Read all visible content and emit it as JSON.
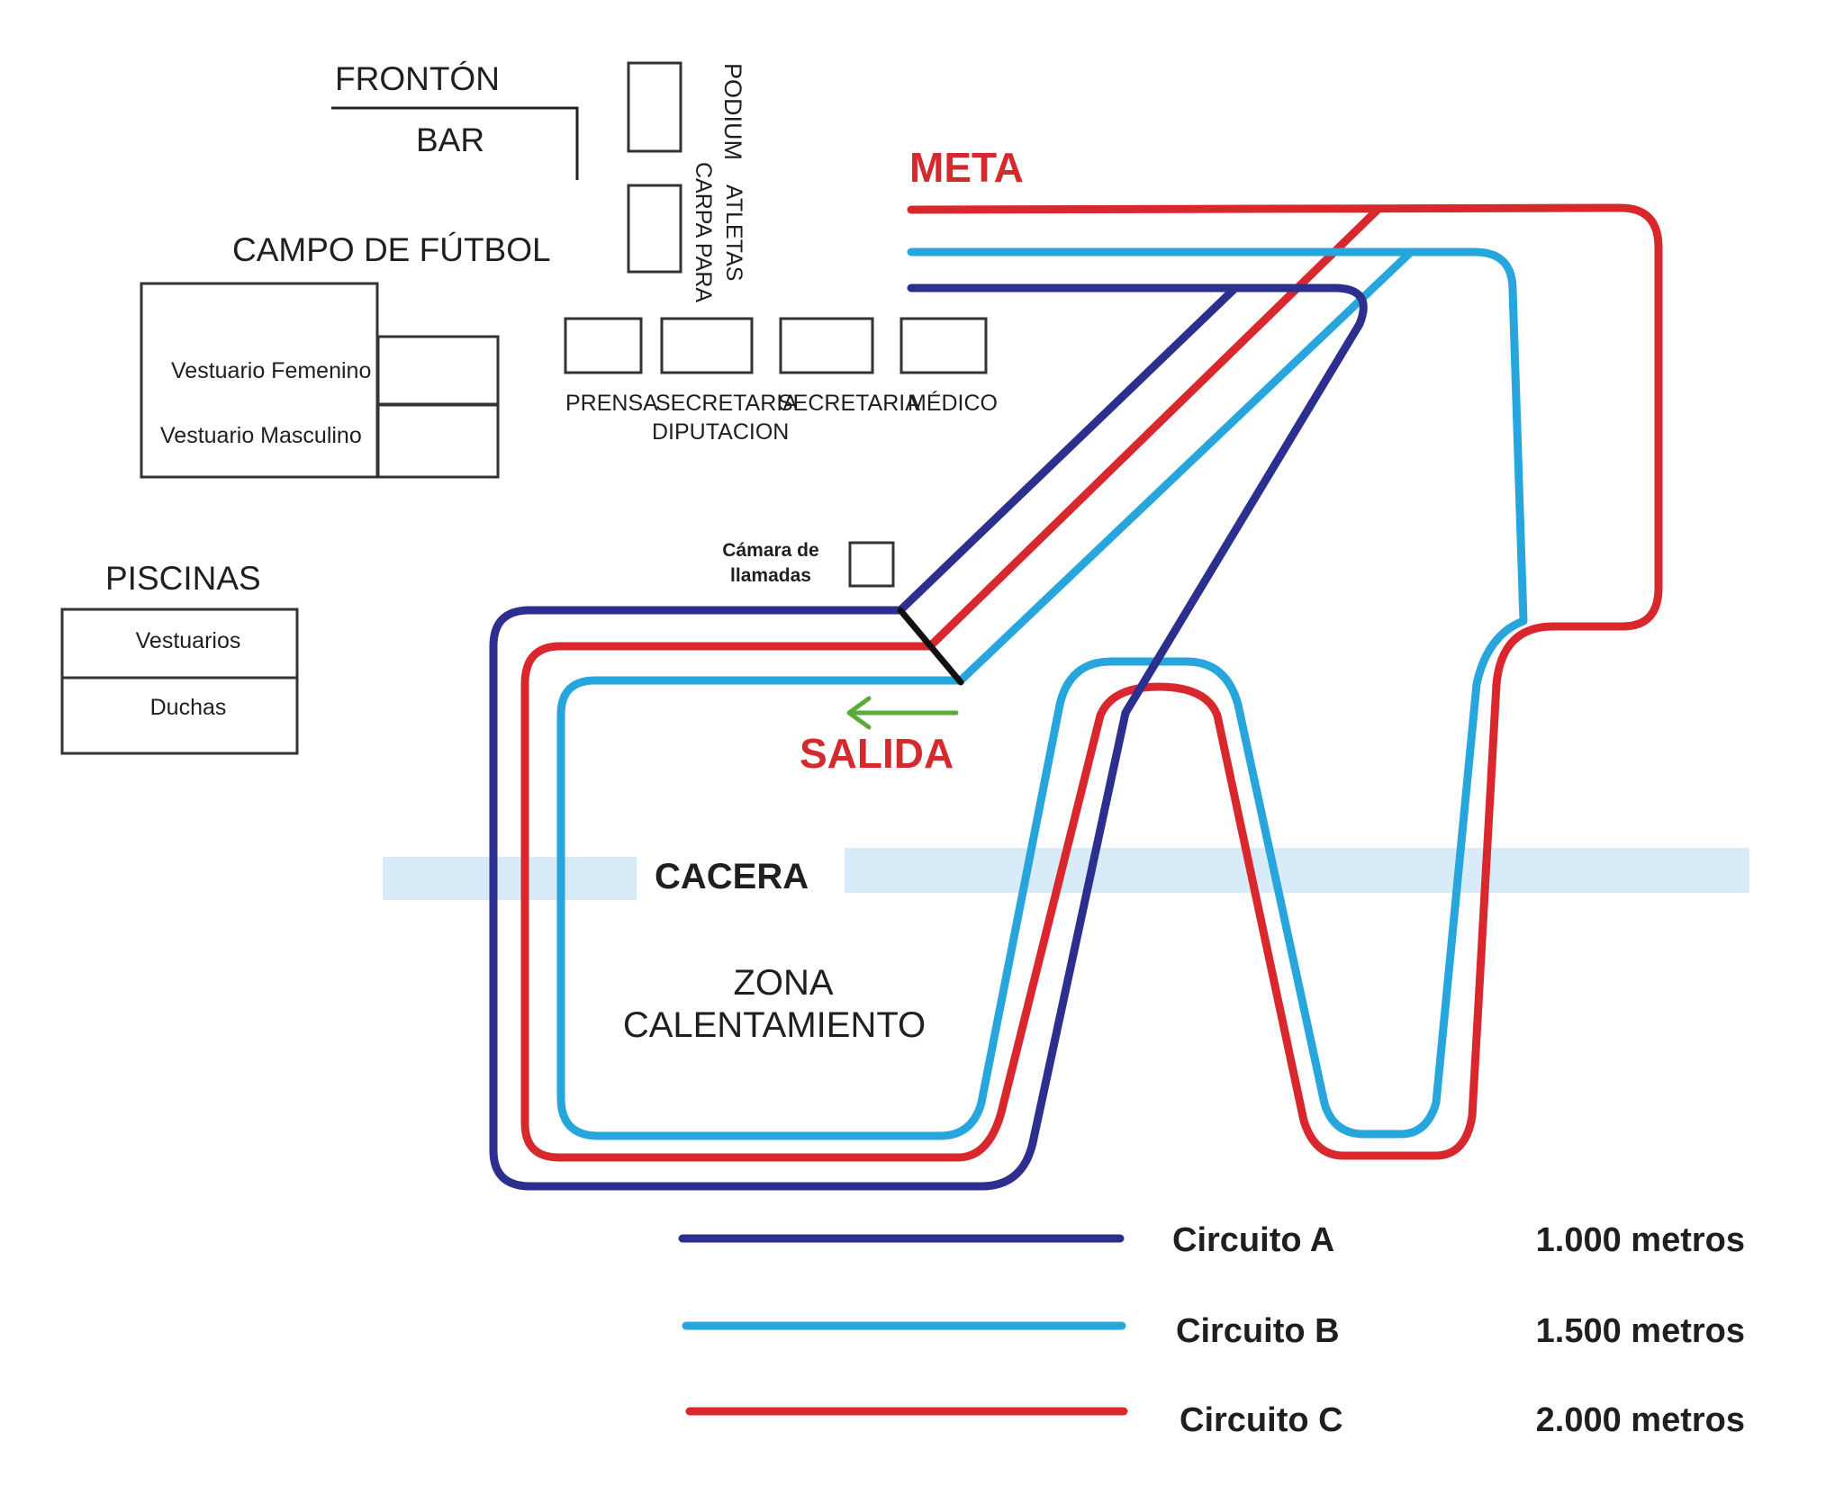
{
  "colors": {
    "circuit_a": "#2d2f8f",
    "circuit_b": "#27a6de",
    "circuit_c": "#d9272e",
    "accent_red": "#d32a2e",
    "arrow": "#5aab3a",
    "road": "#d7ebf9",
    "outline": "#333333"
  },
  "labels": {
    "fronton": "FRONTÓN",
    "bar": "BAR",
    "podium": "PODIUM",
    "carpa_line1": "CARPA PARA",
    "carpa_line2": "ATLETAS",
    "campo": "CAMPO DE FÚTBOL",
    "vest_fem": "Vestuario Femenino",
    "vest_masc": "Vestuario Masculino",
    "prensa": "PRENSA",
    "secretaria_dip_line1": "SECRETARIA",
    "secretaria_dip_line2": "DIPUTACION",
    "secretaria": "SECRETARIA",
    "medico": "MÉDICO",
    "camara_line1": "Cámara de",
    "camara_line2": "llamadas",
    "piscinas": "PISCINAS",
    "vestuarios": "Vestuarios",
    "duchas": "Duchas",
    "meta": "META",
    "salida": "SALIDA",
    "cacera": "CACERA",
    "zona_line1": "ZONA",
    "zona_line2": "CALENTAMIENTO"
  },
  "legend": [
    {
      "name": "Circuito A",
      "distance": "1.000 metros",
      "color_key": "circuit_a"
    },
    {
      "name": "Circuito B",
      "distance": "1.500 metros",
      "color_key": "circuit_b"
    },
    {
      "name": "Circuito C",
      "distance": "2.000 metros",
      "color_key": "circuit_c"
    }
  ]
}
